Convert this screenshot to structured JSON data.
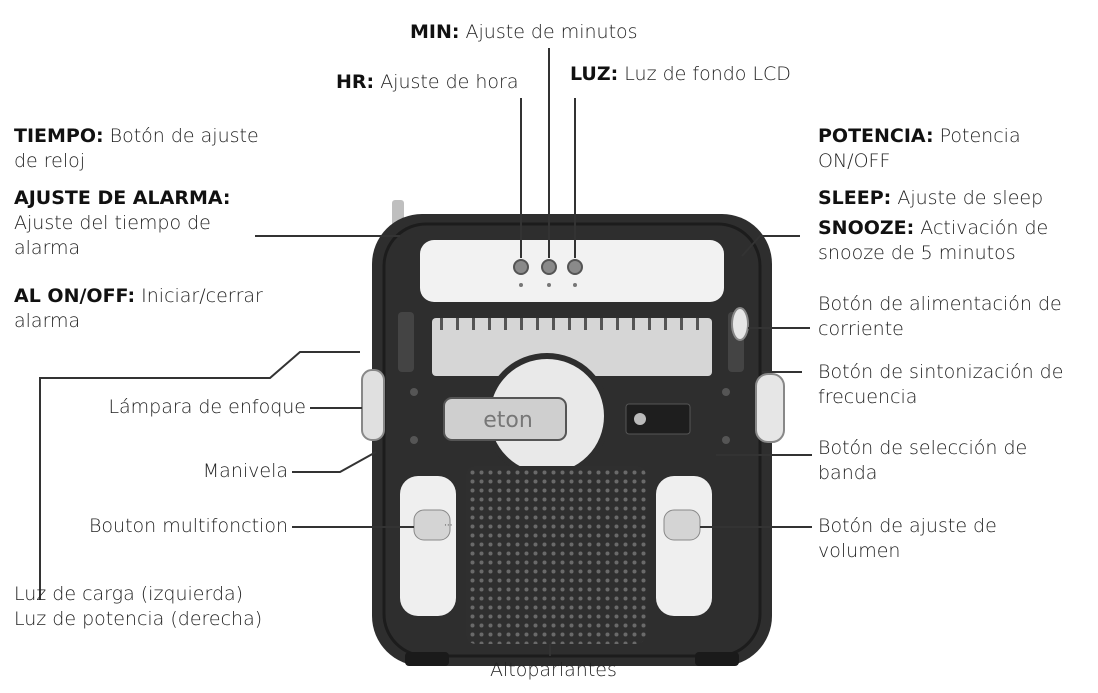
{
  "top_labels": {
    "min": {
      "key": "MIN:",
      "text": "Ajuste de minutos"
    },
    "hr": {
      "key": "HR:",
      "text": "Ajuste de hora"
    },
    "luz": {
      "key": "LUZ:",
      "text": "Luz de fondo LCD"
    }
  },
  "left_block": {
    "tiempo": {
      "key": "TIEMPO:",
      "line1": "Botón de ajuste",
      "line2": "de reloj"
    },
    "ajuste_alarma": {
      "key": "AJUSTE DE ALARMA:",
      "line1": "Ajuste del tiempo de",
      "line2": "alarma"
    },
    "al_onoff": {
      "key": "AL ON/OFF:",
      "line1": "Iniciar/cerrar",
      "line2": "alarma"
    }
  },
  "left_labels": {
    "lampara": "Lámpara de enfoque",
    "manivela": "Manivela",
    "multifonction": "Bouton multifonction",
    "luz_carga": "Luz de carga (izquierda)",
    "luz_potencia": "Luz de potencia (derecha)"
  },
  "right_block": {
    "potencia": {
      "key": "POTENCIA:",
      "line1": "Potencia",
      "line2": "ON/OFF"
    },
    "sleep": {
      "key": "SLEEP:",
      "text": "Ajuste de sleep"
    },
    "snooze": {
      "key": "SNOOZE:",
      "line1": "Activación de",
      "line2": "snooze de 5 minutos"
    }
  },
  "right_labels": {
    "alimentacion": {
      "line1": "Botón de alimentación de",
      "line2": "corriente"
    },
    "sintonizacion": {
      "line1": "Botón de sintonización de",
      "line2": "frecuencia"
    },
    "banda": {
      "line1": "Botón de selección de",
      "line2": "banda"
    },
    "volumen": {
      "line1": "Botón de ajuste de",
      "line2": "volumen"
    }
  },
  "bottom_label": "Altoparlantes",
  "device": {
    "brand": "eton"
  },
  "colors": {
    "body": "#2e2e2e",
    "panel": "#d6d6d6",
    "speaker": "#3a3a3a",
    "line": "#333333"
  }
}
